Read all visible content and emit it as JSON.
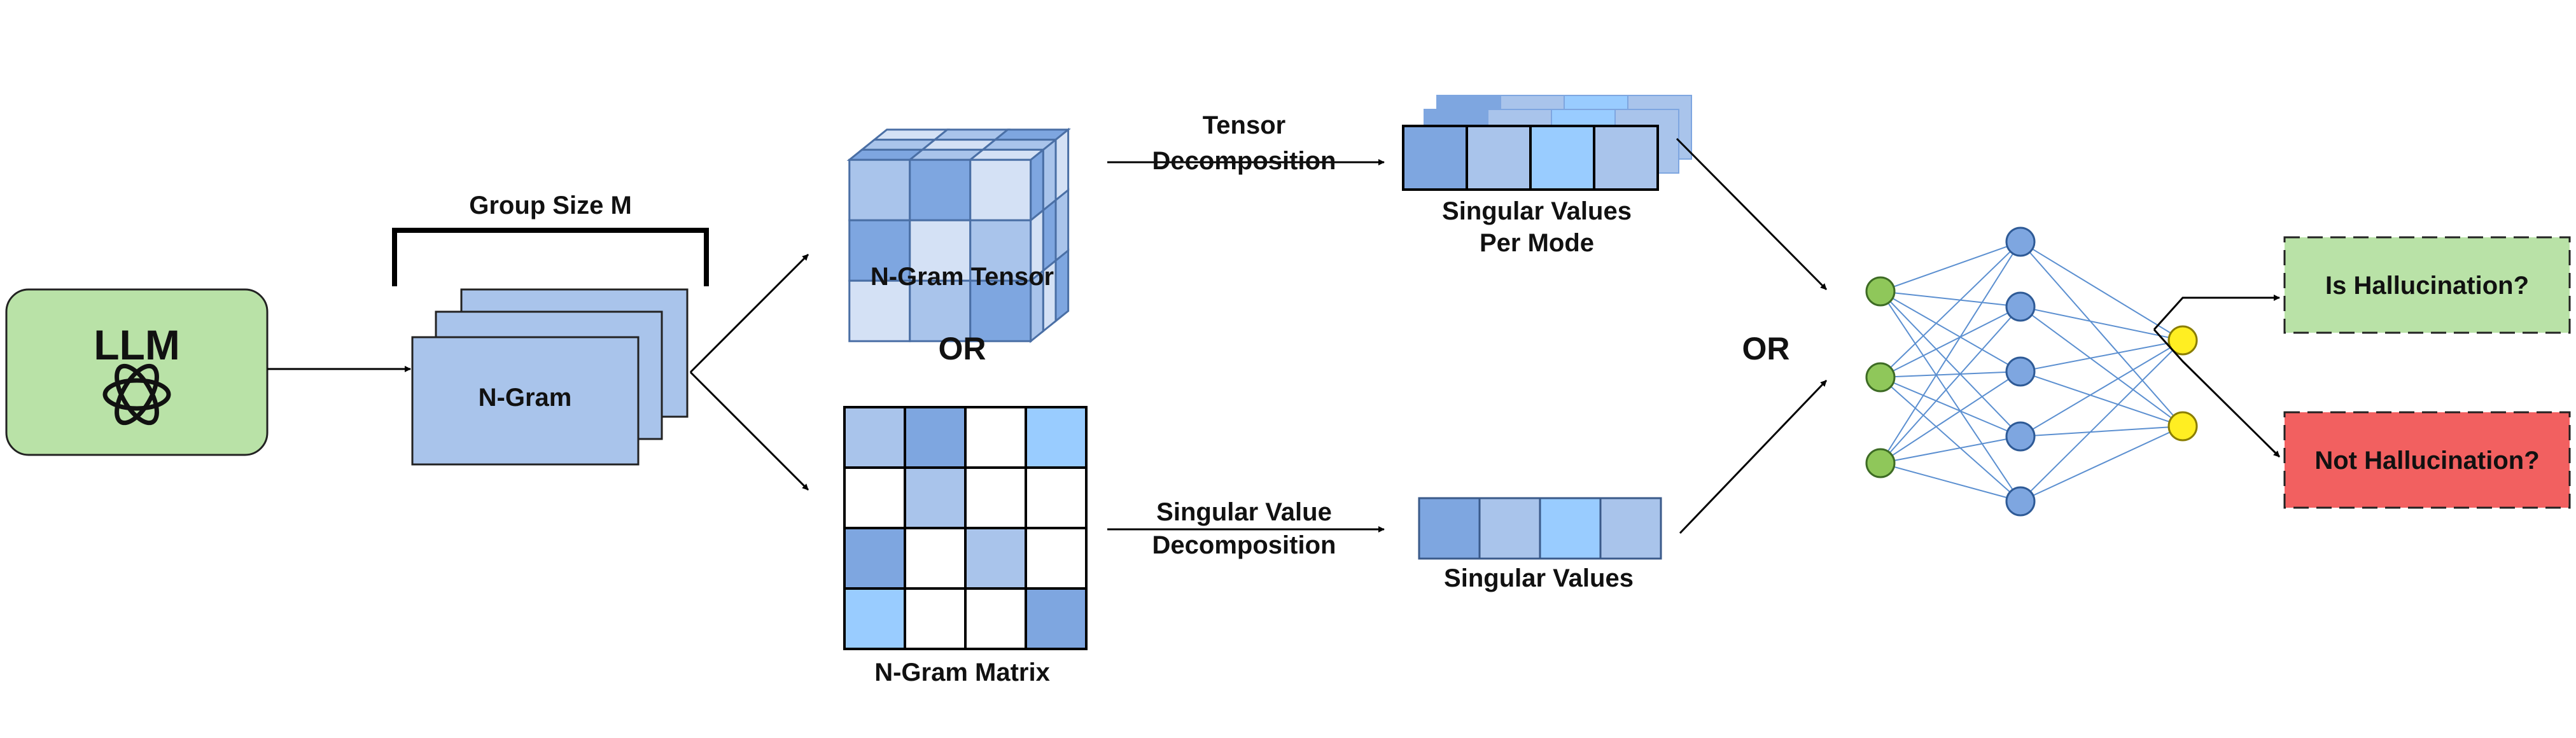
{
  "llm": {
    "label": "LLM",
    "icon": "openai-logo-icon"
  },
  "ngram": {
    "label": "N-Gram",
    "group_label": "Group Size M"
  },
  "tensor": {
    "label": "N-Gram Tensor"
  },
  "matrix": {
    "label": "N-Gram Matrix"
  },
  "or_left": "OR",
  "or_right": "OR",
  "tensor_decomp": {
    "line1": "Tensor",
    "line2": "Decomposition"
  },
  "svd": {
    "line1": "Singular Value",
    "line2": "Decomposition"
  },
  "singular_per_mode": {
    "line1": "Singular Values",
    "line2": "Per Mode"
  },
  "singular_values": {
    "label": "Singular Values"
  },
  "network": {
    "input_nodes": 3,
    "hidden_nodes": 5,
    "output_nodes": 2
  },
  "outputs": {
    "is": "Is Hallucination?",
    "not": "Not Hallucination?"
  },
  "colors": {
    "llm_fill": "#b9e2a7",
    "ngram_fill": "#a9c4eb",
    "cell_dark": "#7ea6e0",
    "cell_mid": "#a9c4eb",
    "cell_light": "#99ccff",
    "input_node": "#8fc75a",
    "hidden_node": "#7ea6e0",
    "output_node": "#ffee22",
    "is_fill": "#b9e2a7",
    "not_fill": "#f26060"
  }
}
